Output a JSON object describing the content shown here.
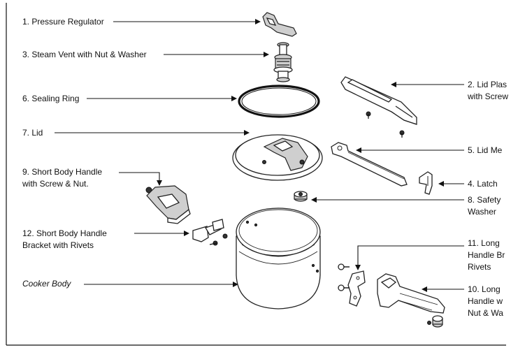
{
  "labels": {
    "pressure_regulator": "1. Pressure Regulator",
    "steam_vent": "3. Steam Vent with Nut & Washer",
    "sealing_ring": "6. Sealing Ring",
    "lid": "7. Lid",
    "short_handle_1": "9. Short Body Handle",
    "short_handle_2": "with Screw & Nut.",
    "short_bracket_1": "12. Short Body Handle",
    "short_bracket_2": "Bracket with Rivets",
    "cooker_body": "Cooker Body",
    "lid_plastic_1": "2. Lid Plas",
    "lid_plastic_2": "with Screw",
    "lid_metal": "5. Lid Me",
    "latch": "4. Latch",
    "safety_1": "8. Safety",
    "safety_2": "Washer",
    "long_bracket_1": "11. Long",
    "long_bracket_2": "Handle Br",
    "long_bracket_3": "Rivets",
    "long_handle_1": "10. Long",
    "long_handle_2": "Handle w",
    "long_handle_3": "Nut & Wa"
  }
}
